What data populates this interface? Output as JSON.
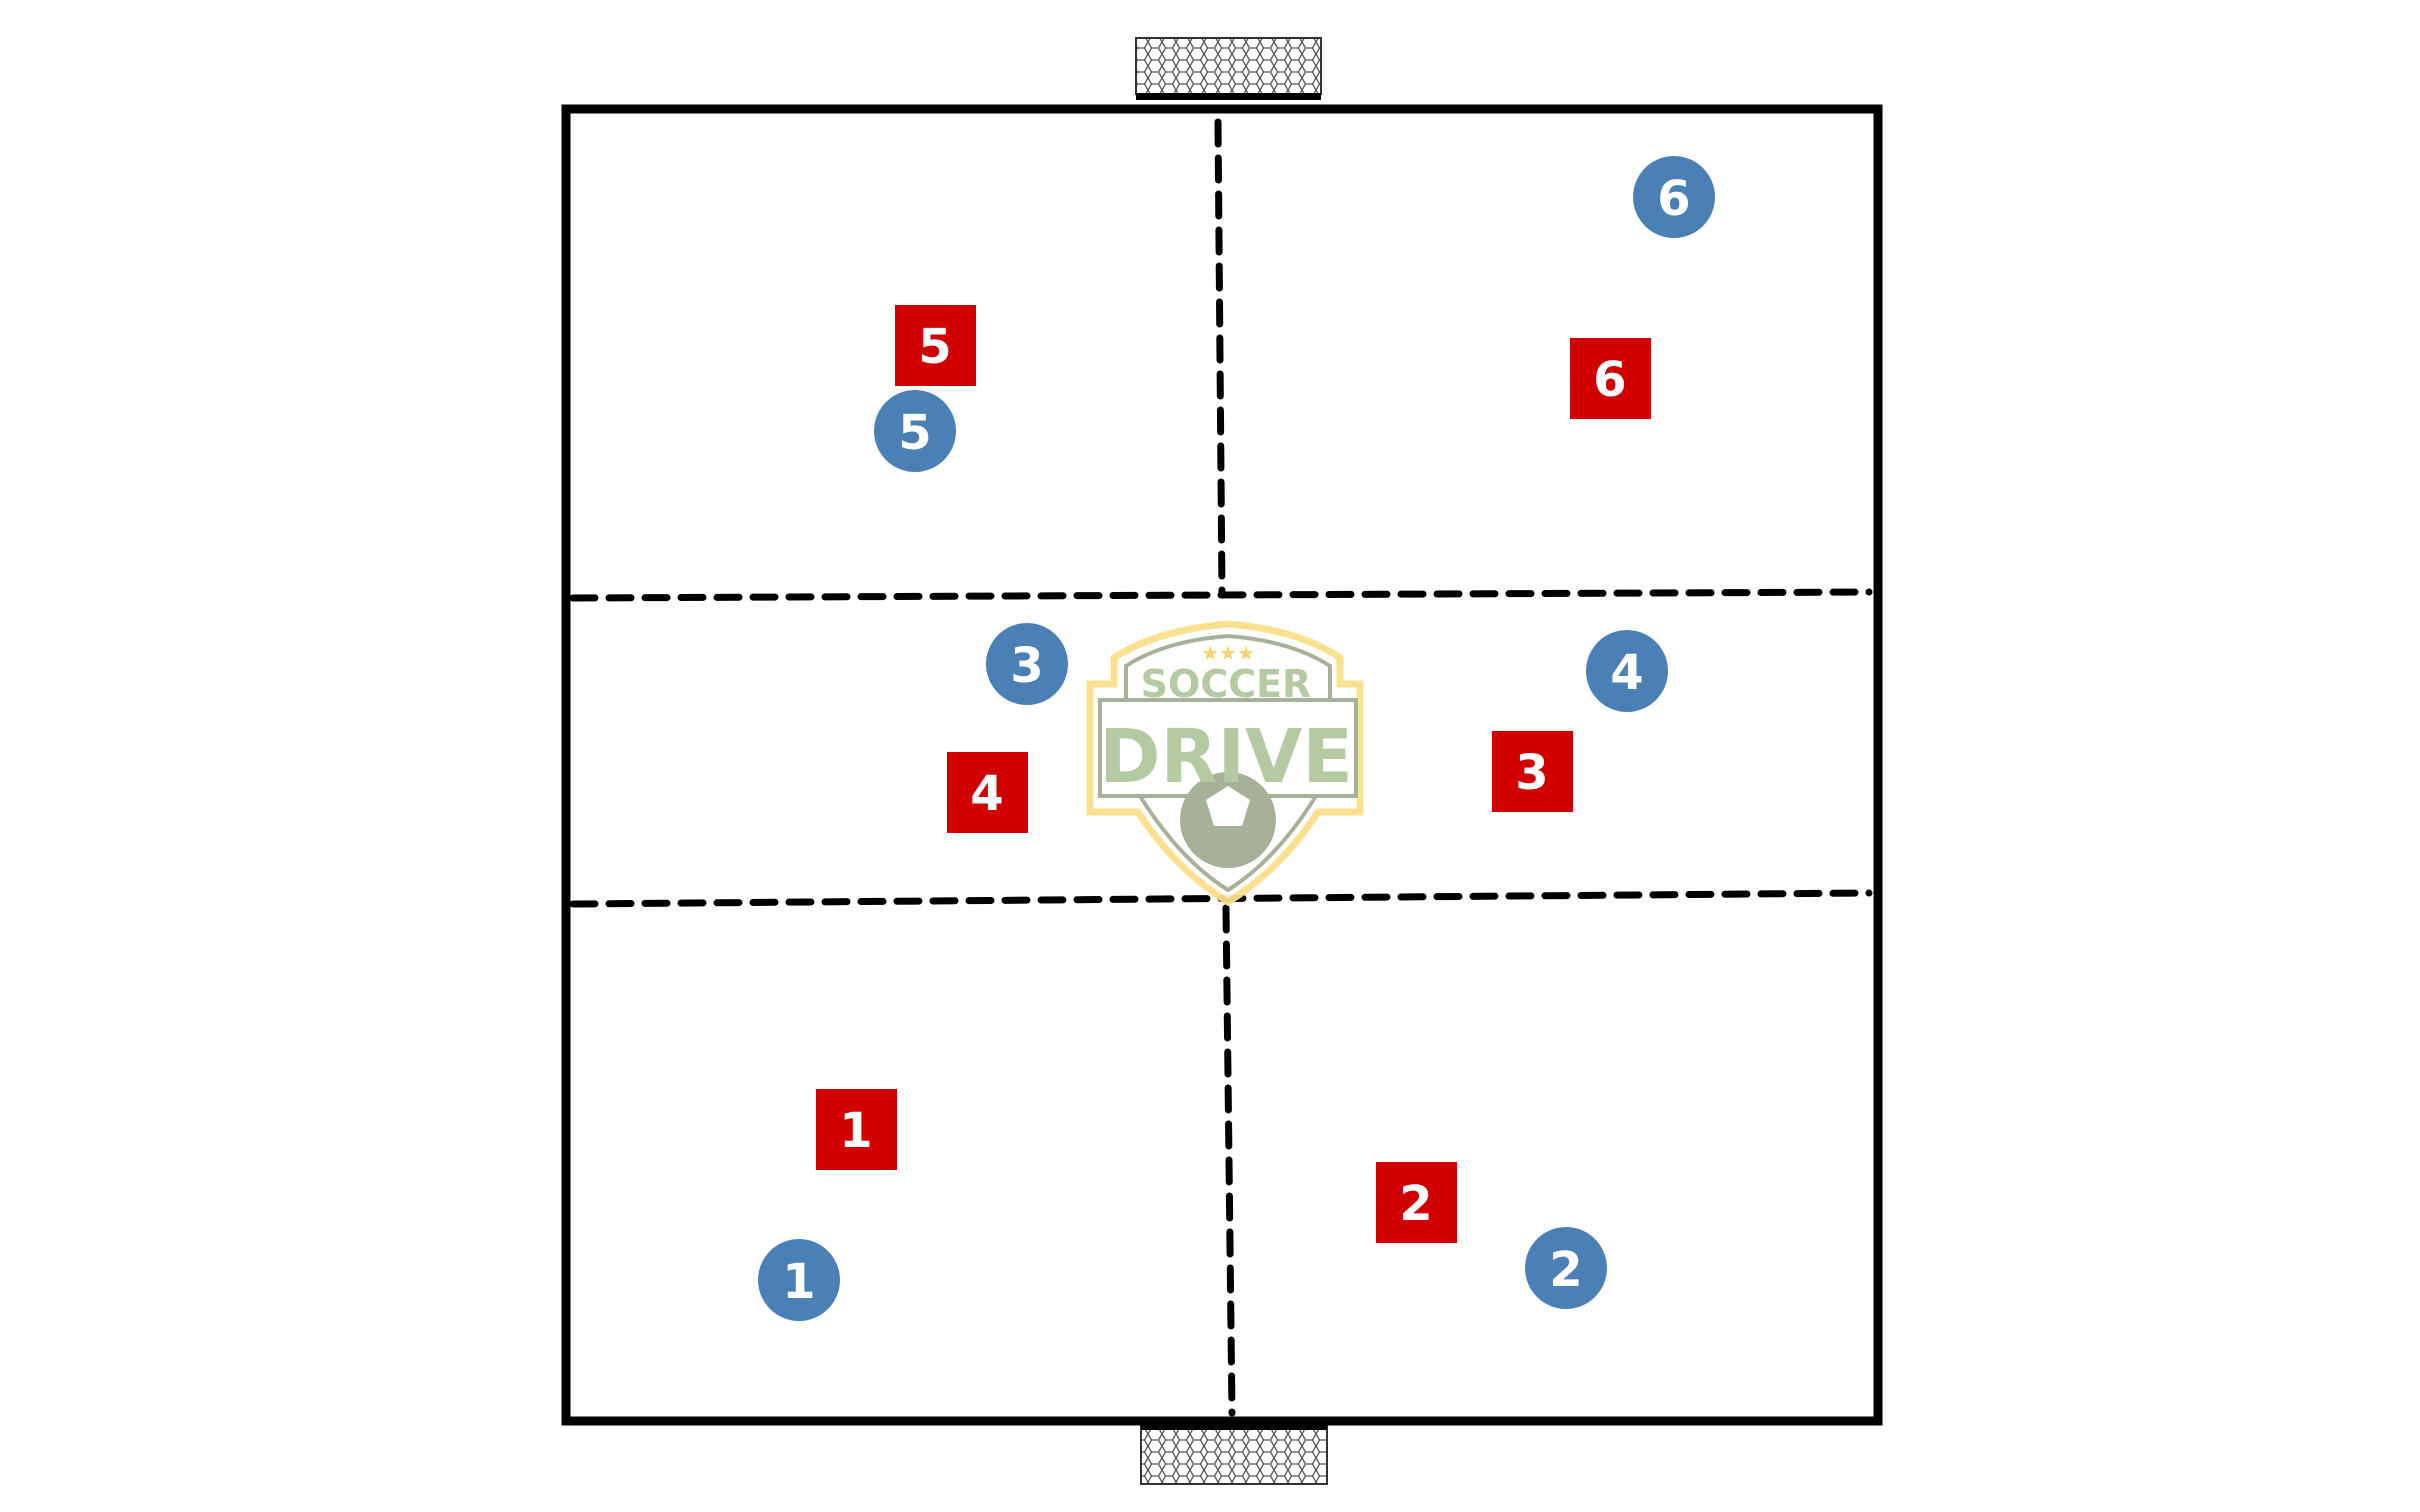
{
  "diagram": {
    "logo": {
      "line1": "SOCCER",
      "line2": "DRIVE"
    },
    "colors": {
      "blue_team": "#4a80b6",
      "red_team": "#d00000",
      "lines": "#000000",
      "logo_green": "#b2c79e",
      "logo_gold": "#f9e08a"
    },
    "blue_players": [
      "1",
      "2",
      "3",
      "4",
      "5",
      "6"
    ],
    "red_players": [
      "1",
      "2",
      "3",
      "4",
      "5",
      "6"
    ]
  }
}
